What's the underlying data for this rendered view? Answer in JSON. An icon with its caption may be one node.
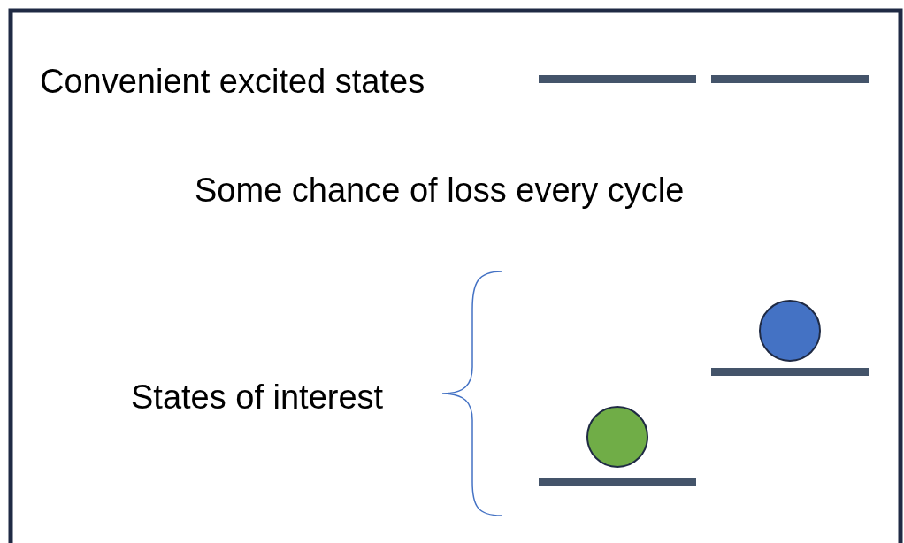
{
  "diagram": {
    "labels": [
      "Convenient excited states",
      "Some chance of loss every cycle",
      "States of interest"
    ]
  }
}
